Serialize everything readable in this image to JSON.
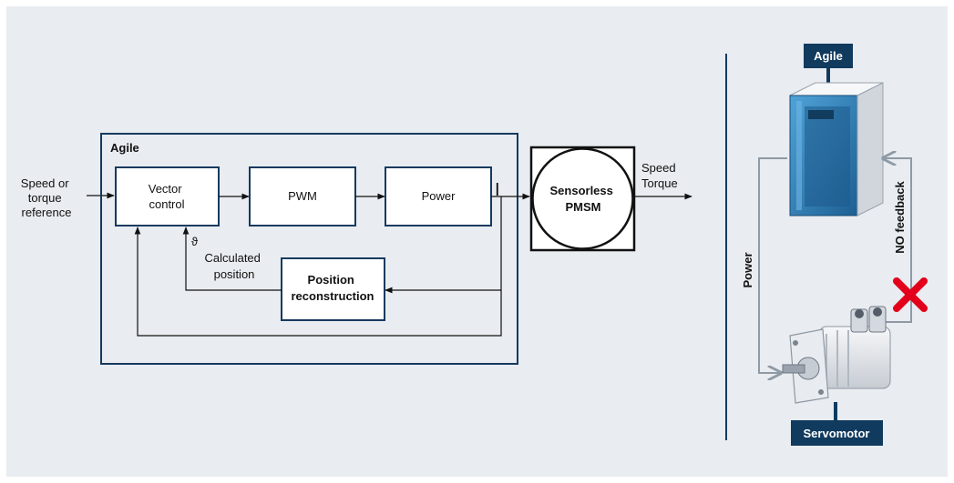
{
  "colors": {
    "background": "#e9ecf0",
    "diagram_line": "#163a5f",
    "arrow_gray": "#8e9aa6",
    "label_navy": "#103a5e",
    "cross_red": "#e2001a",
    "drive_blue": "#2f7fb7"
  },
  "diagram": {
    "input_label": [
      "Speed or",
      "torque",
      "reference"
    ],
    "agile_box_title": "Agile",
    "blocks": {
      "vector_control": [
        "Vector",
        "control"
      ],
      "pwm": "PWM",
      "power": "Power",
      "position_reconstruction": [
        "Position",
        "reconstruction"
      ]
    },
    "current_symbol": "I",
    "theta_symbol": "ϑ",
    "calculated_position": [
      "Calculated",
      "position"
    ],
    "motor": [
      "Sensorless",
      "PMSM"
    ],
    "outputs": [
      "Speed",
      "Torque"
    ]
  },
  "right_panel": {
    "agile_tag": "Agile",
    "servomotor_tag": "Servomotor",
    "power_label": "Power",
    "feedback_label": "NO feedback"
  }
}
